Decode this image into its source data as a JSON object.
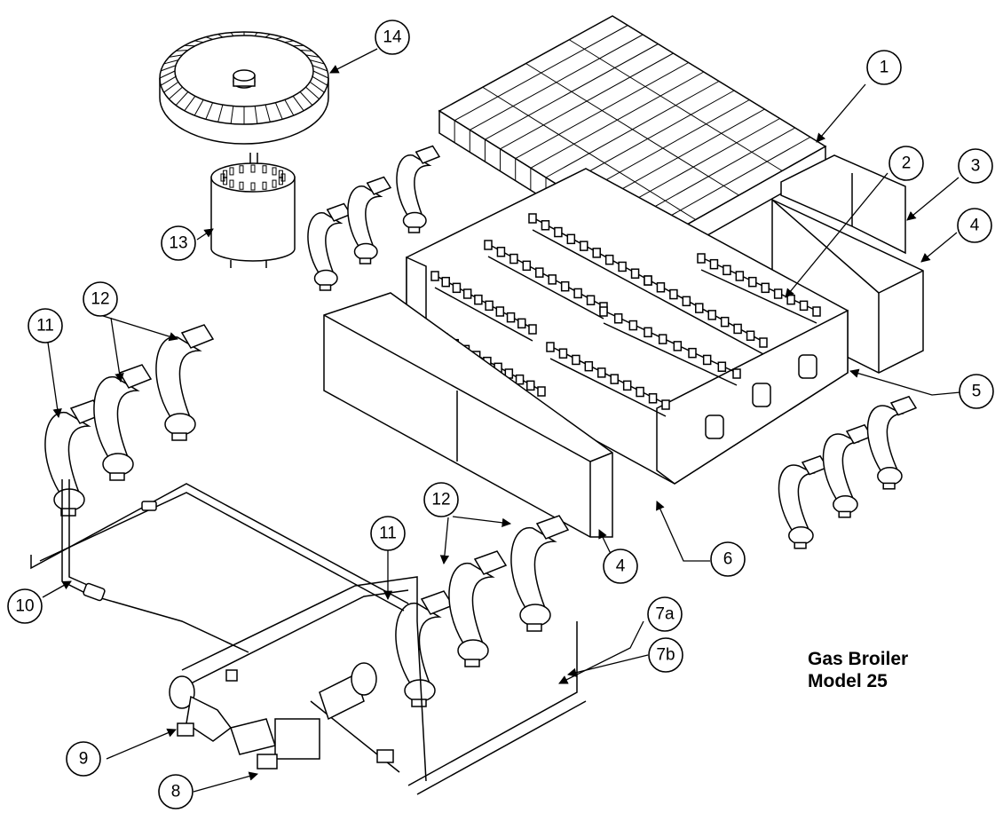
{
  "title": {
    "line1": "Gas Broiler",
    "line2": "Model 25"
  },
  "callouts": {
    "c1": "1",
    "c2": "2",
    "c3": "3",
    "c4a": "4",
    "c4b": "4",
    "c5": "5",
    "c6": "6",
    "c7a": "7a",
    "c7b": "7b",
    "c8": "8",
    "c9": "9",
    "c10": "10",
    "c11a": "11",
    "c11b": "11",
    "c12a": "12",
    "c12b": "12",
    "c13": "13",
    "c14": "14"
  }
}
